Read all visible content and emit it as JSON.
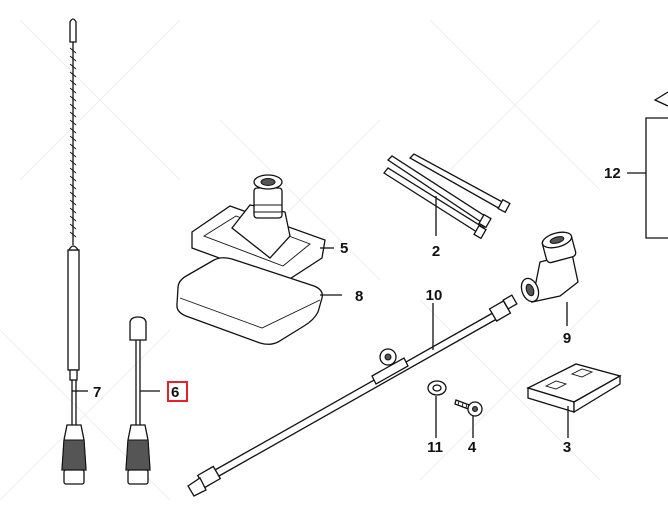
{
  "diagram": {
    "labels": {
      "p2": "2",
      "p3": "3",
      "p4": "4",
      "p5": "5",
      "p6": "6",
      "p7": "7",
      "p8": "8",
      "p9": "9",
      "p10": "10",
      "p11": "11",
      "p12": "12"
    },
    "highlighted_part": "6",
    "highlight_color": "#e8202a",
    "line_color": "#111111"
  }
}
